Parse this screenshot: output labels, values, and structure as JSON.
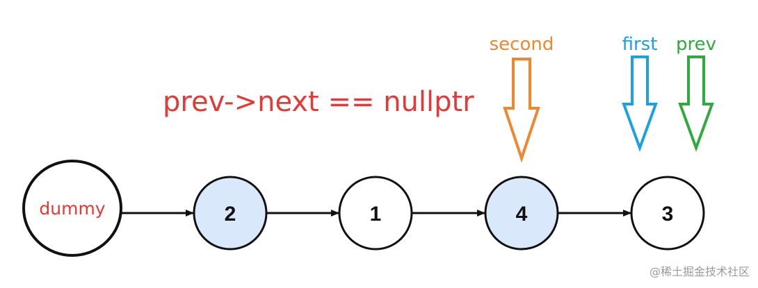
{
  "colors": {
    "condition": "#e53935",
    "dummy_label": "#e53935",
    "node_stroke": "#111111",
    "node_fill_plain": "#ffffff",
    "node_fill_highlight": "#dae8fc",
    "edge": "#111111",
    "second": "#f0872f",
    "first": "#1ba1e2",
    "prev": "#2eaa3f",
    "watermark": "#9a9a9a"
  },
  "condition_text": "prev->next == nullptr",
  "nodes": [
    {
      "id": "dummy",
      "label": "dummy",
      "highlighted": false
    },
    {
      "id": "n2",
      "label": "2",
      "highlighted": true
    },
    {
      "id": "n1",
      "label": "1",
      "highlighted": false
    },
    {
      "id": "n4",
      "label": "4",
      "highlighted": true
    },
    {
      "id": "n3",
      "label": "3",
      "highlighted": false
    }
  ],
  "pointers": [
    {
      "name": "second",
      "label": "second",
      "color": "#f0872f",
      "target": "n4"
    },
    {
      "name": "first",
      "label": "first",
      "color": "#1ba1e2",
      "target": "n3"
    },
    {
      "name": "prev",
      "label": "prev",
      "color": "#2eaa3f",
      "target": "n3"
    }
  ],
  "watermark": "@稀土掘金技术社区"
}
